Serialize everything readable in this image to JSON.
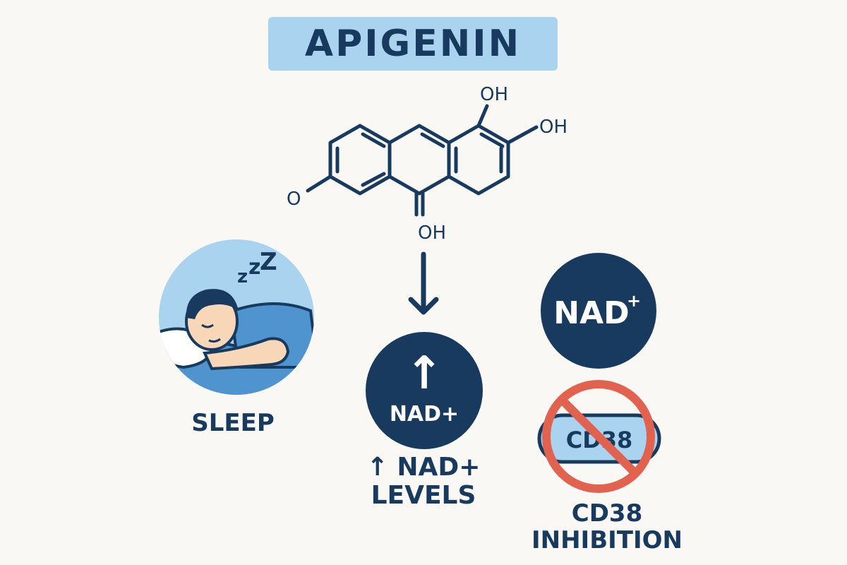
{
  "title": "APIGENIN",
  "molecule": {
    "oh_top": "OH",
    "oh_right": "OH",
    "oh_bottom": "OH",
    "o_left": "O"
  },
  "sleep": {
    "zzz_small": "z",
    "zzz_large": "Z",
    "label": "SLEEP"
  },
  "nad_boost": {
    "badge_arrow": "↑",
    "badge_text": "NAD+",
    "caption_line1": "↑ NAD+",
    "caption_line2": "LEVELS"
  },
  "cd38": {
    "nad_badge": "NAD",
    "nad_badge_sup": "+",
    "pill_text": "CD38",
    "caption_line1": "CD38",
    "caption_line2": "INHIBITION"
  },
  "colors": {
    "navy": "#173a5e",
    "light_blue": "#a9d3ef",
    "mid_blue": "#4f93cf",
    "prohibit_red": "#e0624f",
    "skin": "#f8d7b8"
  }
}
